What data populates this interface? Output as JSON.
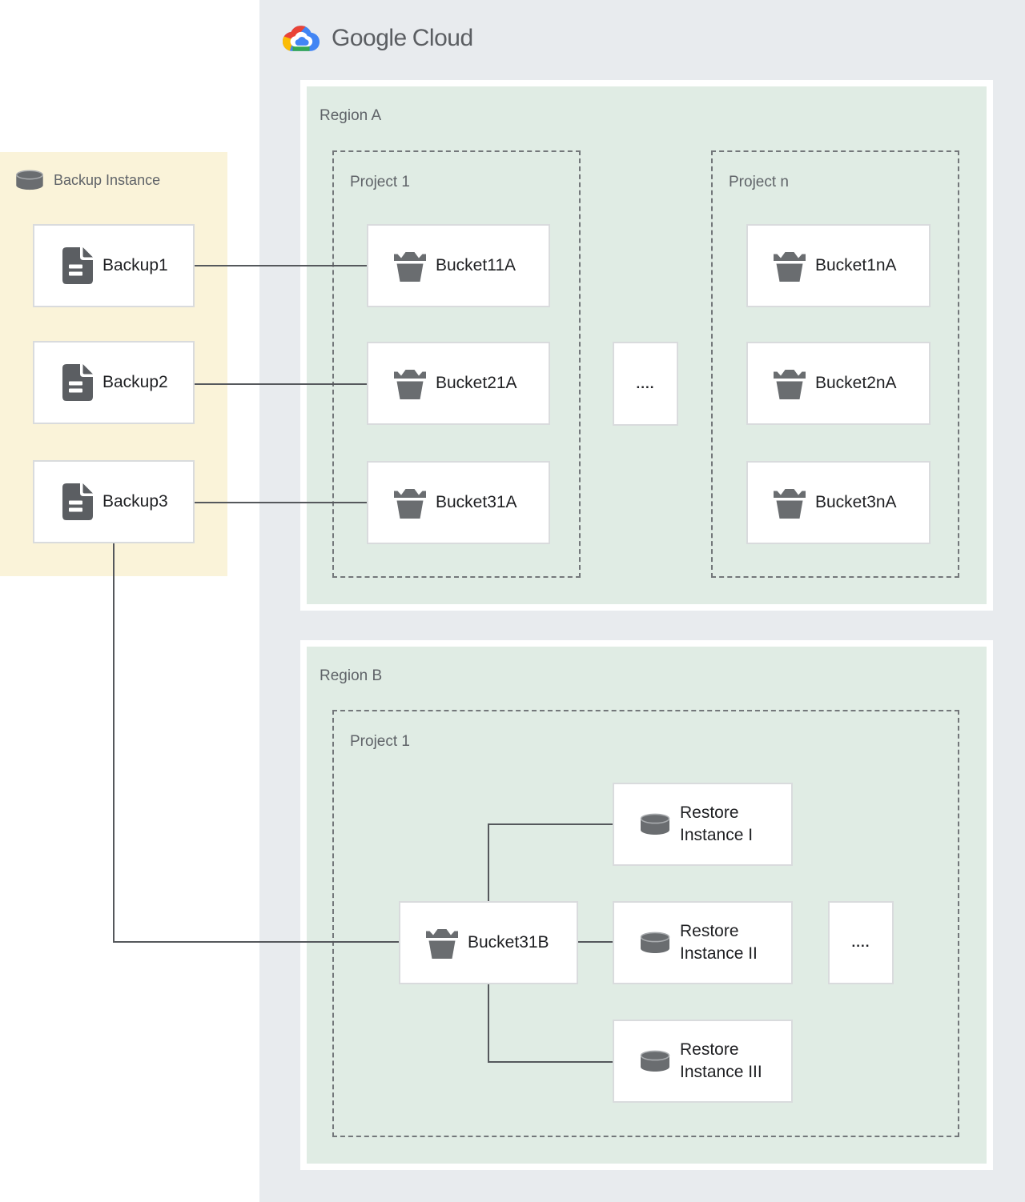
{
  "logo": {
    "brand": "Google",
    "suffix": "Cloud"
  },
  "palette": {
    "page_bg": "#ffffff",
    "cloud_panel_bg": "#e8ebee",
    "backup_panel_bg": "#faf3d9",
    "region_bg": "#e0ece4",
    "region_border": "#ffffff",
    "node_border": "#d9dbdd",
    "label_gray": "#5f6368",
    "node_text": "#202124",
    "icon_gray": "#6a6d70",
    "connector": "#55585c",
    "logo_blue": "#4285f4",
    "logo_red": "#ea4335",
    "logo_yellow": "#fbbc05",
    "logo_green": "#34a853"
  },
  "backup_panel": {
    "title": "Backup Instance",
    "items": [
      {
        "label": "Backup1"
      },
      {
        "label": "Backup2"
      },
      {
        "label": "Backup3"
      }
    ]
  },
  "region_a": {
    "label": "Region A",
    "ellipsis": "....",
    "projects": [
      {
        "label": "Project 1",
        "buckets": [
          {
            "label": "Bucket11A"
          },
          {
            "label": "Bucket21A"
          },
          {
            "label": "Bucket31A"
          }
        ]
      },
      {
        "label": "Project n",
        "buckets": [
          {
            "label": "Bucket1nA"
          },
          {
            "label": "Bucket2nA"
          },
          {
            "label": "Bucket3nA"
          }
        ]
      }
    ]
  },
  "region_b": {
    "label": "Region B",
    "project": {
      "label": "Project 1",
      "ellipsis": "....",
      "bucket": {
        "label": "Bucket31B"
      },
      "restore_instances": [
        {
          "label": "Restore Instance I"
        },
        {
          "label": "Restore Instance II"
        },
        {
          "label": "Restore Instance III"
        }
      ]
    }
  }
}
